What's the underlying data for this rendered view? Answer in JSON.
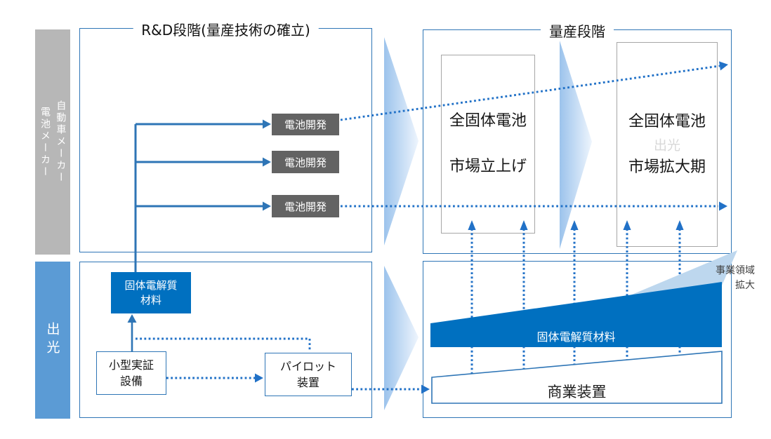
{
  "colors": {
    "accent": "#2e75b6",
    "dotted": "#2171c7",
    "deep-blue": "#0070c0",
    "sidebar-blue": "#5b9bd5",
    "sidebar-gray": "#b7b7b7",
    "box-gray": "#636363",
    "inner-border": "#a6a6a6",
    "light-wedge": "#bdd7ee",
    "chevron-deep": "#9cc3ec",
    "chevron-pale": "#eef5fd",
    "watermark": "#d8d8d8",
    "label-dark": "#3f3f3f"
  },
  "stages": {
    "rd_title": "R&D段階(量産技術の確立)",
    "mass_title": "量産段階"
  },
  "sidebars": {
    "makers_line1": "自動車メーカー",
    "makers_line2": "電池メーカー",
    "idemitsu": "出光"
  },
  "rd_top": {
    "battery_dev": [
      "電池開発",
      "電池開発",
      "電池開発"
    ]
  },
  "mass_top": {
    "launch_line1": "全固体電池",
    "launch_line2": "市場立上げ",
    "expand_line1": "全固体電池",
    "expand_line2": "市場拡大期",
    "watermark": "出光"
  },
  "rd_bottom": {
    "electrolyte_line1": "固体電解質",
    "electrolyte_line2": "材料",
    "small_line1": "小型実証",
    "small_line2": "設備",
    "pilot_line1": "パイロット",
    "pilot_line2": "装置"
  },
  "mass_bottom": {
    "electrolyte_wedge": "固体電解質材料",
    "commercial_wedge": "商業装置",
    "expansion_line1": "事業領域",
    "expansion_line2": "拡大"
  }
}
